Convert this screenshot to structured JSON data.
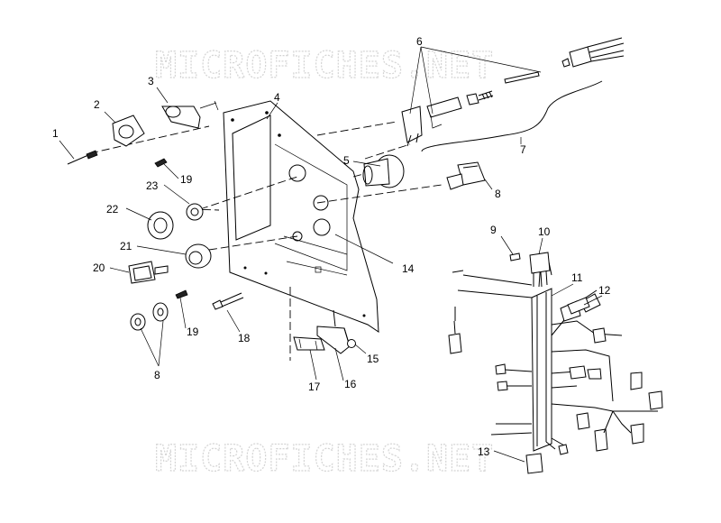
{
  "watermark": "MICROFICHES.NET",
  "callouts": {
    "c1": "1",
    "c2": "2",
    "c3": "3",
    "c4": "4",
    "c5": "5",
    "c6": "6",
    "c7": "7",
    "c8a": "8",
    "c8b": "8",
    "c9": "9",
    "c10": "10",
    "c11": "11",
    "c12": "12",
    "c13": "13",
    "c14": "14",
    "c15": "15",
    "c16": "16",
    "c17": "17",
    "c18": "18",
    "c19a": "19",
    "c19b": "19",
    "c20": "20",
    "c21": "21",
    "c22": "22",
    "c23": "23"
  }
}
